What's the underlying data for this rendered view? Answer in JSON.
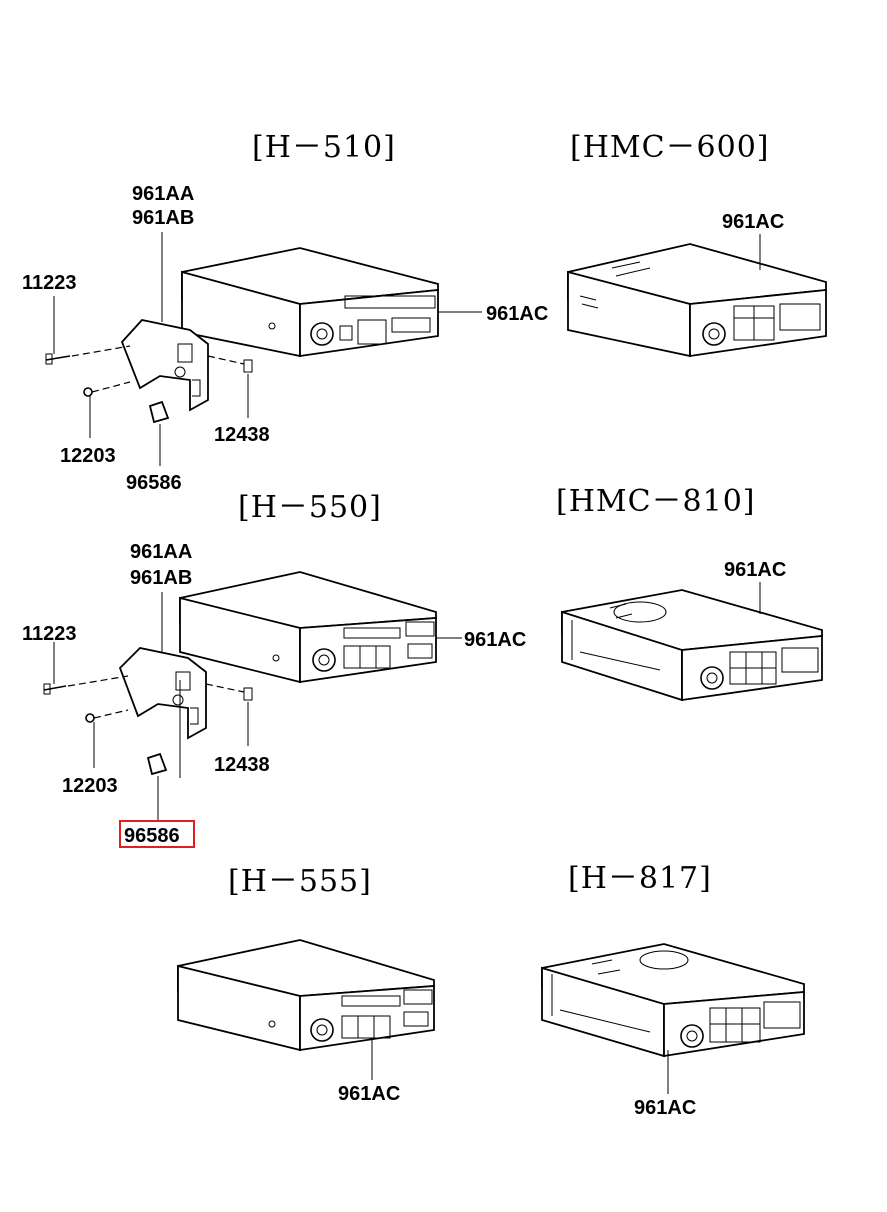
{
  "diagram": {
    "panels": {
      "h510": {
        "title": "[H－510]",
        "labels": {
          "bracket_a": "961AA",
          "bracket_b": "961AB",
          "screw": "11223",
          "bolt": "12203",
          "screw_right": "12438",
          "clip": "96586",
          "unit": "961AC"
        }
      },
      "hmc600": {
        "title": "[HMC－600]",
        "labels": {
          "unit": "961AC"
        }
      },
      "h550": {
        "title": "[H－550]",
        "labels": {
          "bracket_a": "961AA",
          "bracket_b": "961AB",
          "screw": "11223",
          "bolt": "12203",
          "screw_right": "12438",
          "clip": "96586",
          "unit": "961AC"
        }
      },
      "hmc810": {
        "title": "[HMC－810]",
        "labels": {
          "unit": "961AC"
        }
      },
      "h555": {
        "title": "[H－555]",
        "labels": {
          "unit": "961AC"
        }
      },
      "h817": {
        "title": "[H－817]",
        "labels": {
          "unit": "961AC"
        }
      }
    },
    "highlight": {
      "label": "96586",
      "color": "#e02020"
    }
  }
}
